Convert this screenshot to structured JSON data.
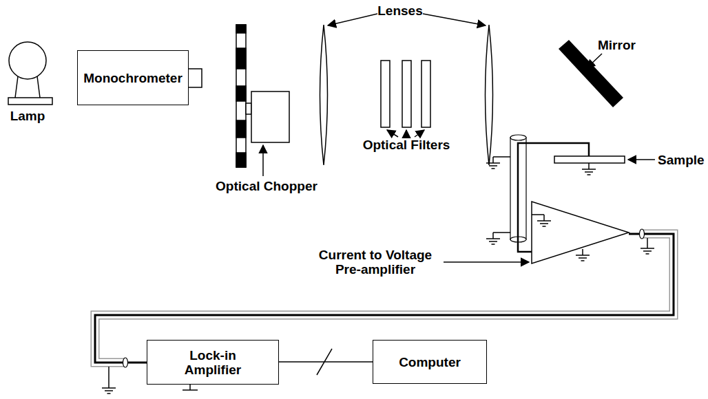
{
  "diagram": {
    "nodes": [
      {
        "text": [
          "Monochrometer"
        ]
      },
      {
        "text": [
          "Lock-in Amplifier"
        ]
      },
      {
        "text": [
          "Computer"
        ]
      }
    ],
    "edges": [
      {
        "from": 1,
        "to": 2,
        "arrow": "none"
      }
    ],
    "labels": [
      "Lenses",
      "Mirror",
      "Lamp",
      "Optical Chopper",
      "Optical Filters",
      "Sample",
      "Current to Voltage Pre-amplifier"
    ]
  }
}
